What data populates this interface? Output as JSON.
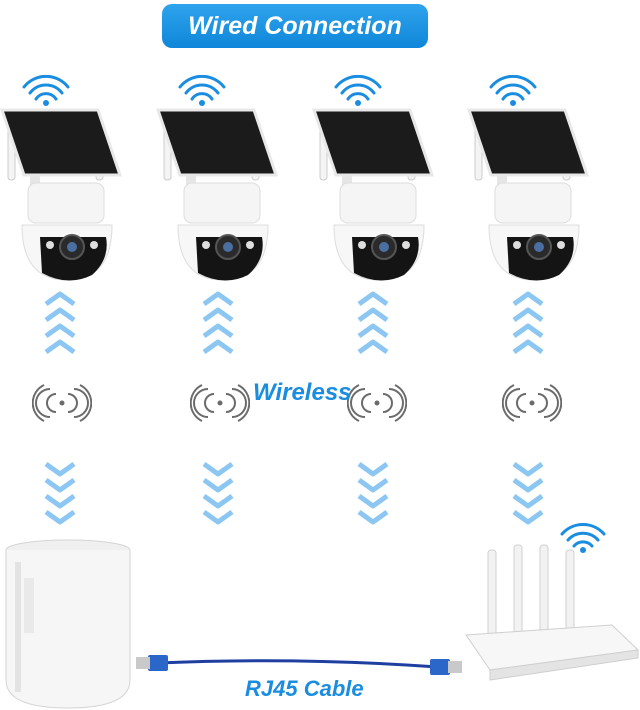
{
  "header": {
    "title": "Wired Connection"
  },
  "labels": {
    "wireless": "Wireless",
    "cable": "RJ45 Cable"
  },
  "colors": {
    "accent": "#1a8de0",
    "chevron": "#8cc6f2"
  },
  "cameras": [
    {
      "name": "solar-camera-1"
    },
    {
      "name": "solar-camera-2"
    },
    {
      "name": "solar-camera-3"
    },
    {
      "name": "solar-camera-4"
    }
  ]
}
